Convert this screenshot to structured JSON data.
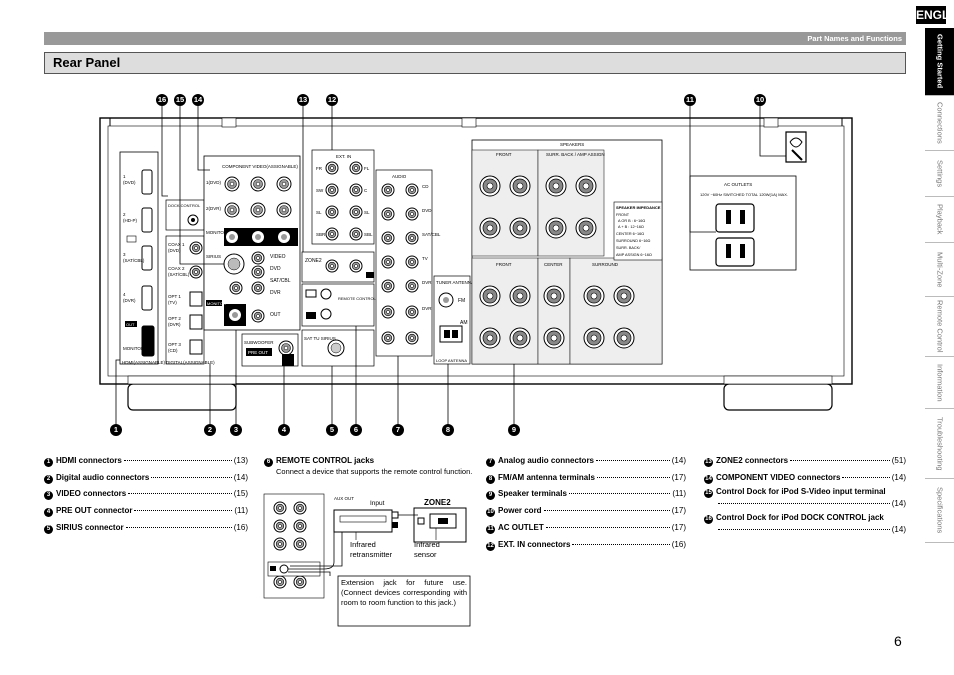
{
  "language_tab": "ENGLISH",
  "sidebar": [
    "Getting Started",
    "Connections",
    "Settings",
    "Playback",
    "Multi-Zone",
    "Remote Control",
    "Information",
    "Troubleshooting",
    "Specifications"
  ],
  "section_bar": "Part Names and Functions",
  "title": "Rear Panel",
  "legend": [
    {
      "num": "1",
      "label": "HDMI connectors",
      "page": "(13)"
    },
    {
      "num": "2",
      "label": "Digital audio connectors",
      "page": "(14)"
    },
    {
      "num": "3",
      "label": "VIDEO connectors",
      "page": "(15)"
    },
    {
      "num": "4",
      "label": "PRE OUT connector",
      "page": "(11)"
    },
    {
      "num": "5",
      "label": "SIRIUS connector",
      "page": "(16)"
    },
    {
      "num": "6",
      "label": "REMOTE CONTROL jacks",
      "page": ""
    },
    {
      "num": "7",
      "label": "Analog audio connectors",
      "page": "(14)"
    },
    {
      "num": "8",
      "label": "FM/AM antenna terminals",
      "page": "(17)"
    },
    {
      "num": "9",
      "label": "Speaker terminals",
      "page": "(11)"
    },
    {
      "num": "10",
      "label": "Power cord",
      "page": "(17)"
    },
    {
      "num": "11",
      "label": "AC OUTLET",
      "page": "(17)"
    },
    {
      "num": "12",
      "label": "EXT. IN connectors",
      "page": "(16)"
    },
    {
      "num": "13",
      "label": "ZONE2 connectors",
      "page": "(51)"
    },
    {
      "num": "14",
      "label": "COMPONENT VIDEO connectors",
      "page": "(14)"
    },
    {
      "num": "15",
      "label": "Control Dock for iPod S-Video input terminal",
      "page": "(14)"
    },
    {
      "num": "16",
      "label": "Control Dock for iPod DOCK CONTROL jack",
      "page": "(14)"
    }
  ],
  "remote_note": "Connect a device that supports the remote control function.",
  "remote_diagram": {
    "aux_out": "AUX OUT",
    "input": "Input",
    "zone2": "ZONE2",
    "ir_tx": "Infrared retransmitter",
    "ir_sensor": "Infrared sensor"
  },
  "extension_note": "Extension jack for future use. (Connect devices corresponding with room to room function to this jack.)",
  "panel_labels": {
    "component_video": "COMPONENT VIDEO(ASSIGNABLE)",
    "dock_control": "DOCK CONTROL",
    "ext_in": "EXT. IN",
    "audio": "AUDIO",
    "speakers": "SPEAKERS",
    "front": "FRONT",
    "surr_back": "SURR. BACK / AMP ASSIGN",
    "center": "CENTER",
    "surround": "SURROUND",
    "subwoofer": "SUBWOOFER",
    "pre_out": "PRE OUT",
    "zone2": "ZONE2",
    "sat_tu": "SAT TU SIRIUS",
    "remote_control": "REMOTE CONTROL ROOM TO ROOM",
    "tuner_antenna": "TUNER ANTENNA",
    "fm": "FM",
    "am": "AM",
    "loop_antenna": "LOOP ANTENNA",
    "monitor": "MONITOR",
    "hdmi": "HDMI(ASSIGNABLE)",
    "digital": "DIGITAL(ASSIGNABLE)",
    "ac_outlets": "AC OUTLETS",
    "ac_outlets_spec": "120V ~60Hz SWITCHED TOTAL 120W(1A) MAX.",
    "speaker_impedance": "SPEAKER IMPEDANCE",
    "impedance_lines": [
      "FRONT",
      "A OR B : 6~16Ω",
      "A + B : 12~16Ω",
      "CENTER 6~16Ω",
      "SURROUND 6~16Ω",
      "SURR. BACK/",
      "AMP ASSIGN 6~16Ω"
    ]
  },
  "page_number": "6"
}
